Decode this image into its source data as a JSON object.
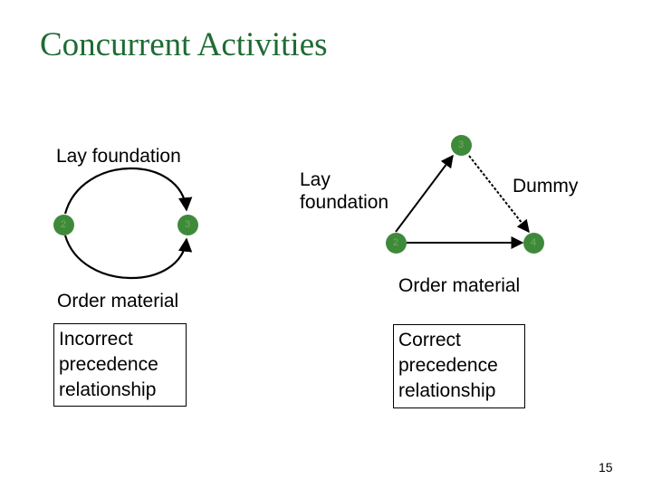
{
  "title": "Concurrent Activities",
  "left_diagram": {
    "top_label": "Lay foundation",
    "bottom_label": "Order material",
    "caption": "Incorrect\nprecedence\nrelationship",
    "nodes": [
      "2",
      "3"
    ]
  },
  "right_diagram": {
    "lay_label": "Lay\nfoundation",
    "dummy_label": "Dummy",
    "bottom_label": "Order material",
    "caption": "Correct\nprecedence\nrelationship",
    "nodes": [
      "3",
      "2",
      "4"
    ]
  },
  "page_number": "15",
  "colors": {
    "title": "#1e6b34",
    "node_fill": "#3f8a3a",
    "node_text": "#6fae5e"
  }
}
